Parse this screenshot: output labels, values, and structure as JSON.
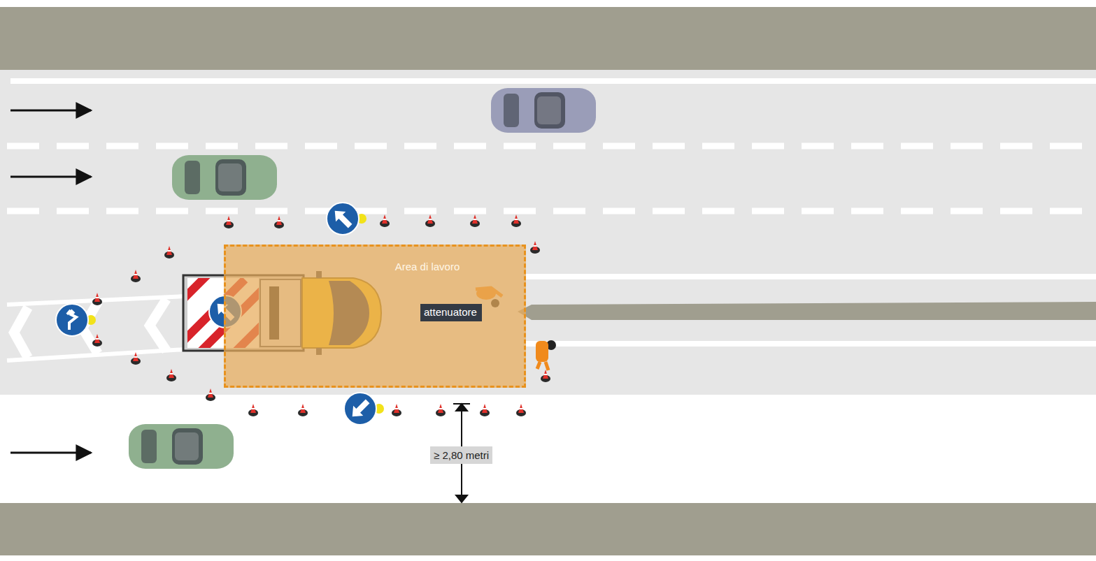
{
  "diagram": {
    "nodes": [
      {
        "text": [
          "Area di lavoro"
        ]
      },
      {
        "text": [
          "attenuatore"
        ],
        "in": 0
      }
    ],
    "labels": [
      "≥ 2,80 metri"
    ]
  }
}
